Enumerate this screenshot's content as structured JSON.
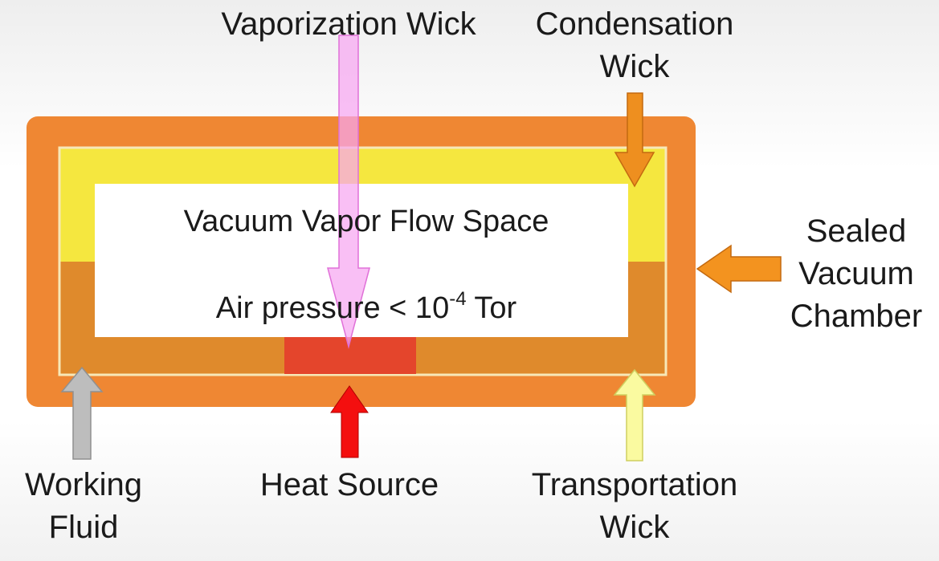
{
  "labels": {
    "vaporization_wick": "Vaporization Wick",
    "condensation_wick": [
      "Condensation",
      "Wick"
    ],
    "vacuum_space": "Vacuum Vapor Flow Space",
    "air_pressure_prefix": "Air pressure < 10",
    "air_pressure_exponent": "-4",
    "air_pressure_suffix": " Tor",
    "sealed_chamber": [
      "Sealed",
      "Vacuum",
      "Chamber"
    ],
    "working_fluid": [
      "Working",
      "Fluid"
    ],
    "heat_source": "Heat Source",
    "transportation_wick": [
      "Transportation",
      "Wick"
    ]
  },
  "colors": {
    "chamber": "#ef8733",
    "wick_upper": "#f5e73f",
    "wick_lower": "#df8a2c",
    "heat_pad": "#e4452c",
    "vaporization_arrow": "#f6a6f1",
    "condensation_arrow": "#ee8f1f",
    "sealed_arrow": "#f3931f",
    "heat_arrow": "#f40f0f",
    "fluid_arrow": "#bdbdbd",
    "transport_arrow": "#fafaa0"
  },
  "icons": {
    "vaporization": "arrow-down",
    "condensation": "arrow-down",
    "sealed": "arrow-left",
    "heat": "arrow-up",
    "fluid": "arrow-up",
    "transport": "arrow-up"
  }
}
